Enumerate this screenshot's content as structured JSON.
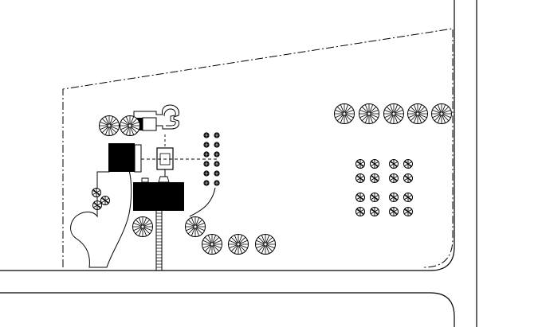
{
  "drawing": {
    "stroke_color": "#000000",
    "fill_color": "#000000",
    "background": "#ffffff"
  },
  "legend_items": [],
  "symbols": {
    "large_tree": "tree-symbol",
    "small_tree": "shrub-symbol",
    "building": "building-footprint",
    "path": "walkway"
  }
}
